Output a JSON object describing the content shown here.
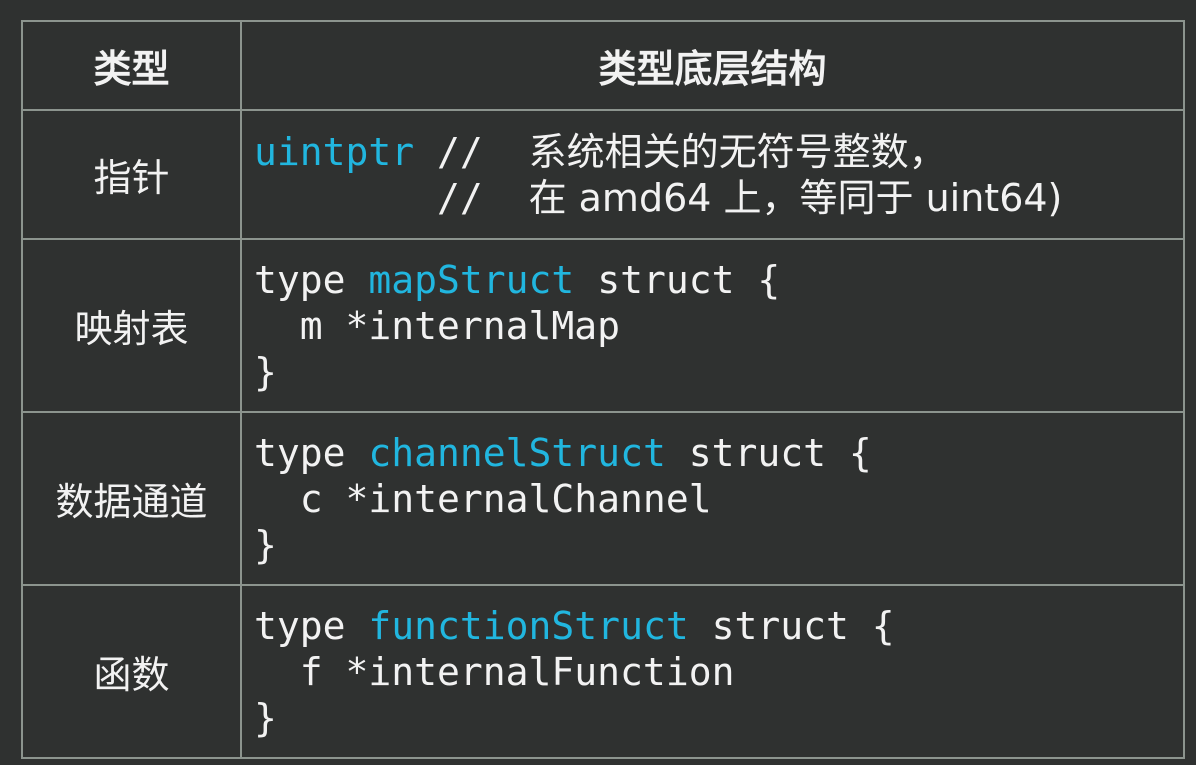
{
  "header": {
    "type_label": "类型",
    "struct_label": "类型底层结构"
  },
  "rows": [
    {
      "type": "指针",
      "line1_ident": "uintptr",
      "line1_comment_marker": "//",
      "line1_comment": "系统相关的无符号整数，",
      "line2_comment_marker": "//",
      "line2_comment": "在 amd64 上，等同于 uint64)"
    },
    {
      "type": "映射表",
      "keyword": "type",
      "name": "mapStruct",
      "struct_open": "struct {",
      "field": "m *internalMap",
      "close": "}"
    },
    {
      "type": "数据通道",
      "keyword": "type",
      "name": "channelStruct",
      "struct_open": "struct {",
      "field": "c *internalChannel",
      "close": "}"
    },
    {
      "type": "函数",
      "keyword": "type",
      "name": "functionStruct",
      "struct_open": "struct {",
      "field": "f *internalFunction",
      "close": "}"
    }
  ],
  "colors": {
    "background": "#2f3130",
    "border": "#8c948e",
    "text": "#f2f2f2",
    "highlight": "#21b6df"
  }
}
